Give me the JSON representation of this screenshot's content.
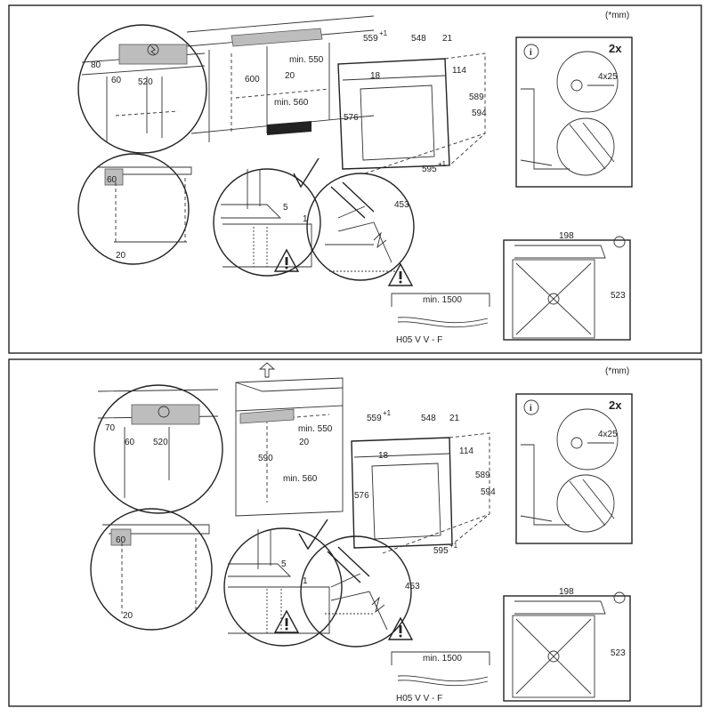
{
  "unit_note": "(*mm)",
  "panels": [
    {
      "id": "built-in-under-worktop",
      "cabinet_detail": {
        "height": "80",
        "depth_offset": "60",
        "width": "520"
      },
      "cabinet_front": {
        "dim_a": "600",
        "dim_b": "min. 550",
        "dim_c": "20",
        "dim_d": "min. 560"
      },
      "corner_detail": {
        "top": "60",
        "bottom": "20"
      },
      "oven": {
        "d1": "559",
        "d1_sup": "+1",
        "d2": "548",
        "d3": "21",
        "d4": "18",
        "d5": "114",
        "d6": "576",
        "d7": "589",
        "d8": "594",
        "d9": "595",
        "d9_sup": "+1",
        "d10": "453"
      },
      "mount_ok": {
        "gap": "5",
        "gap2": "1"
      },
      "screw": {
        "count": "2x",
        "size": "4x25"
      },
      "top_view": {
        "width": "198",
        "depth": "523"
      },
      "cable": {
        "length": "min. 1500",
        "type": "H05 V V - F"
      }
    },
    {
      "id": "built-in-column",
      "cabinet_detail": {
        "height": "70",
        "depth_offset": "60",
        "width": "520"
      },
      "cabinet_front": {
        "dim_a": "590",
        "dim_b": "min. 550",
        "dim_c": "20",
        "dim_d": "min. 560"
      },
      "corner_detail": {
        "top": "60",
        "bottom": "20"
      },
      "oven": {
        "d1": "559",
        "d1_sup": "+1",
        "d2": "548",
        "d3": "21",
        "d4": "18",
        "d5": "114",
        "d6": "576",
        "d7": "589",
        "d8": "594",
        "d9": "595",
        "d9_sup": "+1",
        "d10": "453"
      },
      "mount_ok": {
        "gap": "5",
        "gap2": "1"
      },
      "screw": {
        "count": "2x",
        "size": "4x25"
      },
      "top_view": {
        "width": "198",
        "depth": "523"
      },
      "cable": {
        "length": "min. 1500",
        "type": "H05 V V - F"
      }
    }
  ]
}
